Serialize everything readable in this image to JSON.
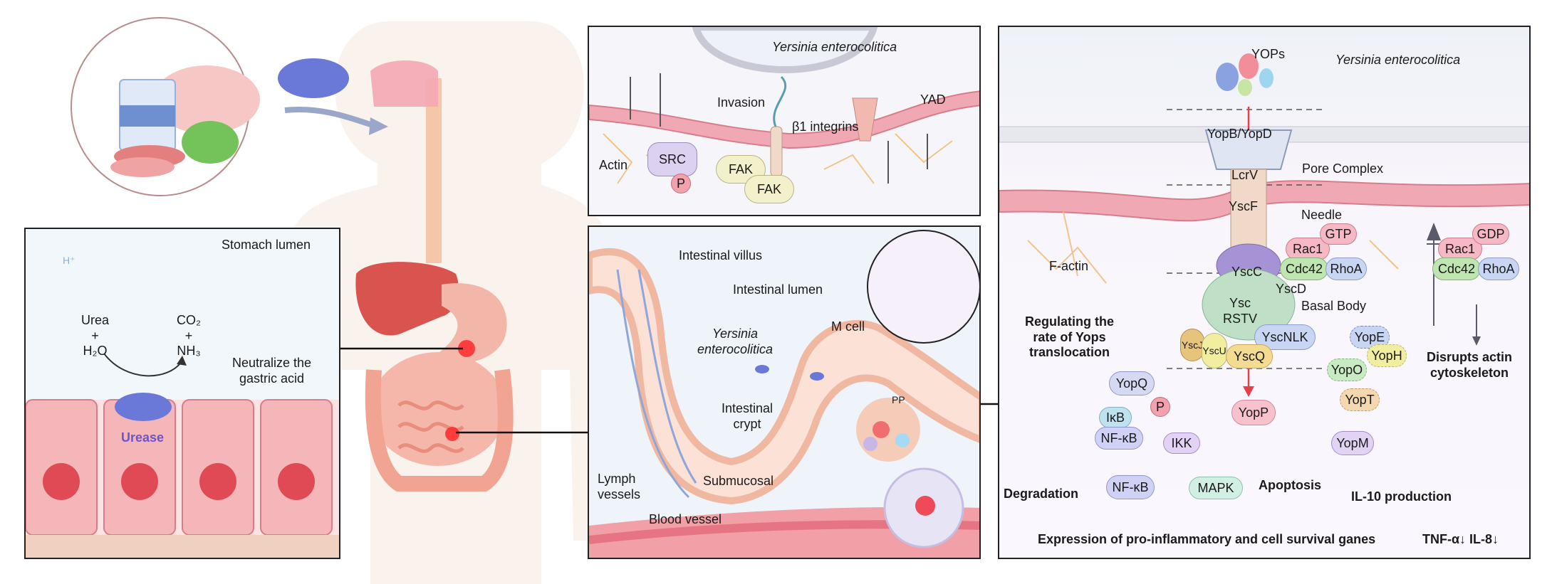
{
  "colors": {
    "membrane": "#f0a9b4",
    "membrane_dark": "#d97c8a",
    "bacterium": "#6a78d8",
    "panel_border": "#222222",
    "arrow": "#5a5a6a",
    "red_arrow": "#e5404a",
    "actin": "#f2c48d"
  },
  "icons": [
    "milk-carton-icon",
    "pig-icon",
    "meat-icon",
    "lettuce-icon",
    "bacterium-icon"
  ],
  "stomach": {
    "title": "Stomach lumen",
    "urea": "Urea\n+\nH₂O",
    "products": "CO₂\n+\nNH₃",
    "neutralize": "Neutralize the\ngastric acid",
    "urease": "Urease",
    "proton": "H⁺"
  },
  "invasion": {
    "species": "Yersinia enterocolitica",
    "invasion": "Invasion",
    "yad": "YAD",
    "integrins": "β1 integrins",
    "actin": "Actin",
    "src": "SRC",
    "p": "P",
    "fak": "FAK"
  },
  "intestine": {
    "villus": "Intestinal villus",
    "lumen": "Intestinal lumen",
    "species": "Yersinia\nenterocolitica",
    "mcell": "M cell",
    "pp": "PP",
    "crypt": "Intestinal\ncrypt",
    "lymph": "Lymph\nvessels",
    "submucosal": "Submucosal",
    "blood": "Blood vessel"
  },
  "secretion": {
    "yops": "YOPs",
    "species": "Yersinia enterocolitica",
    "yopbd": "YopB/YopD",
    "pore": "Pore Complex",
    "lcrv": "LcrV",
    "yscf": "YscF",
    "needle": "Needle",
    "yscc": "YscC",
    "yscd": "YscD",
    "ysc_rstv": "Ysc\nRSTV",
    "basal": "Basal Body",
    "yscnlk": "YscNLK",
    "yscj": "YscJ",
    "yscu": "YscU",
    "yscq": "YscQ",
    "factin": "F-actin",
    "gtp": "GTP",
    "gdp": "GDP",
    "rac1": "Rac1",
    "cdc42": "Cdc42",
    "rhoa": "RhoA",
    "disrupts": "Disrupts actin\ncytoskeleton",
    "regulating": "Regulating the\nrate of Yops\ntranslocation",
    "yopq": "YopQ",
    "ikb": "IκB",
    "p": "P",
    "nfkb": "NF-κB",
    "ikk": "IKK",
    "yopp": "YopP",
    "mapk": "MAPK",
    "apoptosis": "Apoptosis",
    "degradation": "Degradation",
    "yope": "YopE",
    "yoph": "YopH",
    "yopo": "YopO",
    "yopt": "YopT",
    "yopm": "YopM",
    "il10": "IL-10 production",
    "expression": "Expression of pro-inflammatory and cell survival ganes",
    "tnf": "TNF-α↓ IL-8↓"
  }
}
